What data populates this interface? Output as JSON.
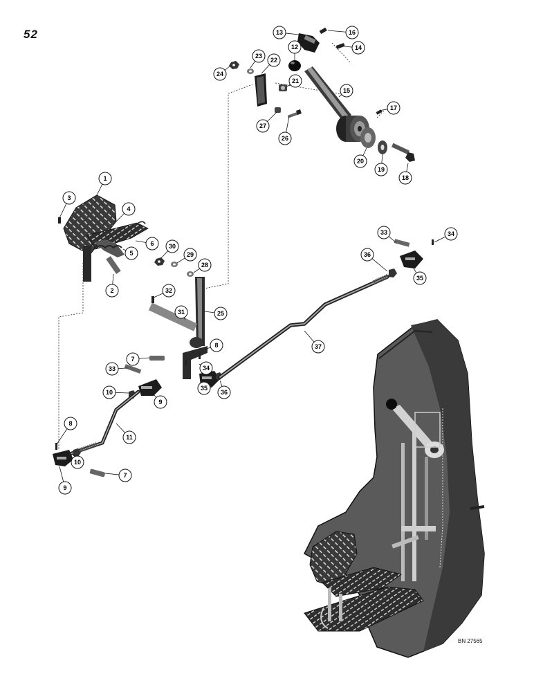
{
  "page_number": "52",
  "reference_code": "BN 27565",
  "callouts": [
    "1",
    "2",
    "3",
    "4",
    "5",
    "6",
    "7",
    "8",
    "9",
    "10",
    "11",
    "12",
    "13",
    "14",
    "15",
    "16",
    "17",
    "18",
    "19",
    "20",
    "21",
    "22",
    "23",
    "24",
    "25",
    "26",
    "27",
    "28",
    "29",
    "30",
    "31",
    "32",
    "33",
    "34",
    "35",
    "36",
    "37"
  ]
}
